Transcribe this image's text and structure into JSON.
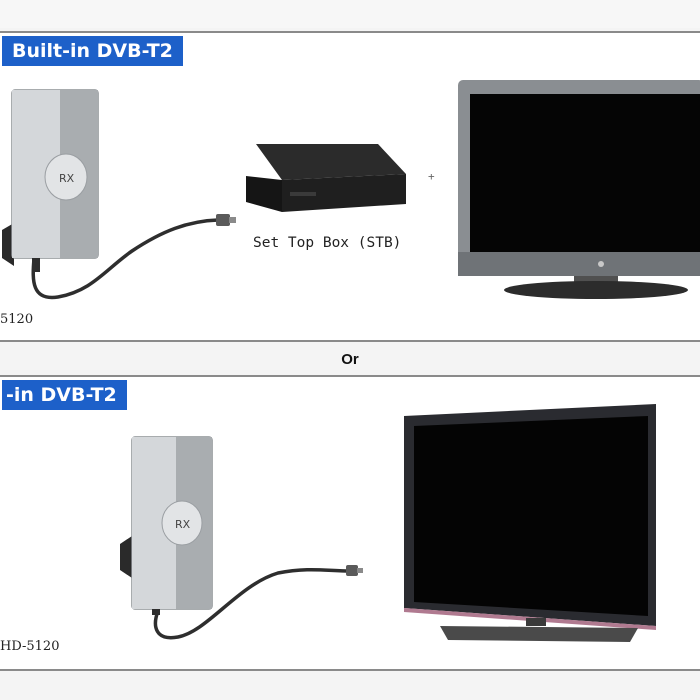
{
  "panel1": {
    "badge": "Built-in DVB-T2",
    "stb_label": "Set Top Box (STB)",
    "antenna_label": "5120",
    "plus": "+"
  },
  "divider": {
    "or": "Or"
  },
  "panel2": {
    "badge": "-in DVB-T2",
    "antenna_label": "HD-5120"
  },
  "colors": {
    "badge_bg": "#1d60c9",
    "badge_text": "#ffffff",
    "panel_border": "#8a8a8a"
  },
  "icons": [
    "antenna-icon",
    "coax-cable-icon",
    "set-top-box-icon",
    "monitor-icon",
    "flat-tv-icon"
  ]
}
